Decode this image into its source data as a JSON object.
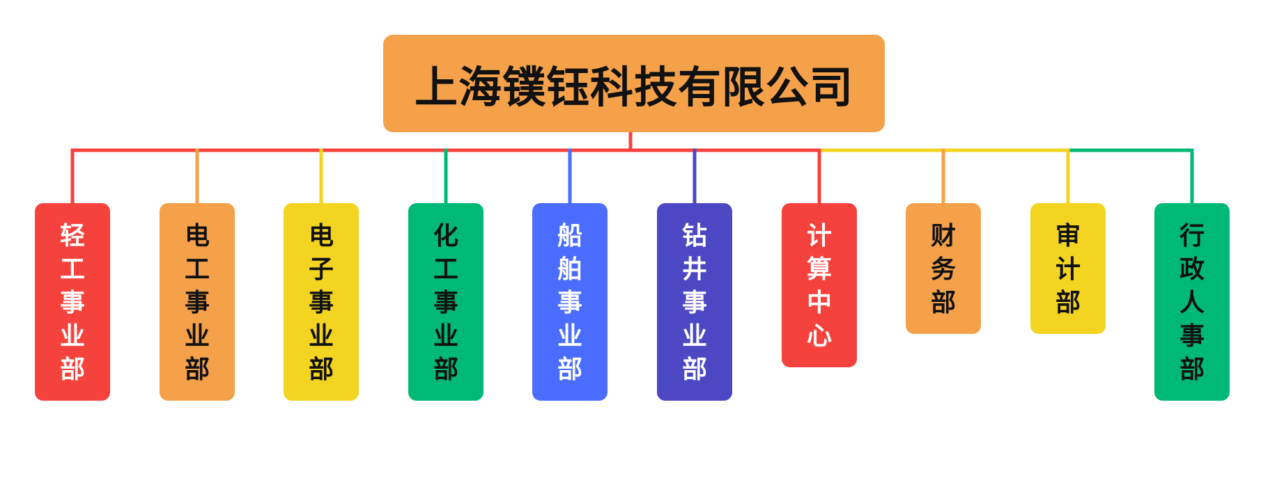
{
  "company": {
    "name": "上海镤钰科技有限公司",
    "color": "#f5a14a",
    "text_color": "#111111"
  },
  "departments": [
    {
      "name": "轻工事业部",
      "color": "#f6423c",
      "text_color": "#ffffff"
    },
    {
      "name": "电工事业部",
      "color": "#f5a14a",
      "text_color": "#111111"
    },
    {
      "name": "电子事业部",
      "color": "#f2d421",
      "text_color": "#111111"
    },
    {
      "name": "化工事业部",
      "color": "#00b976",
      "text_color": "#111111"
    },
    {
      "name": "船舶事业部",
      "color": "#4a6dff",
      "text_color": "#ffffff"
    },
    {
      "name": "钻井事业部",
      "color": "#4c47c3",
      "text_color": "#ffffff"
    },
    {
      "name": "计算中心",
      "color": "#f6423c",
      "text_color": "#ffffff"
    },
    {
      "name": "财务部",
      "color": "#f5a14a",
      "text_color": "#111111"
    },
    {
      "name": "审计部",
      "color": "#f2d421",
      "text_color": "#111111"
    },
    {
      "name": "行政人事部",
      "color": "#00b976",
      "text_color": "#111111"
    }
  ],
  "connectors": {
    "trunk_color": "#f6423c",
    "segments": [
      {
        "color": "#f6423c"
      },
      {
        "color": "#f2d421"
      },
      {
        "color": "#00b976"
      }
    ]
  }
}
